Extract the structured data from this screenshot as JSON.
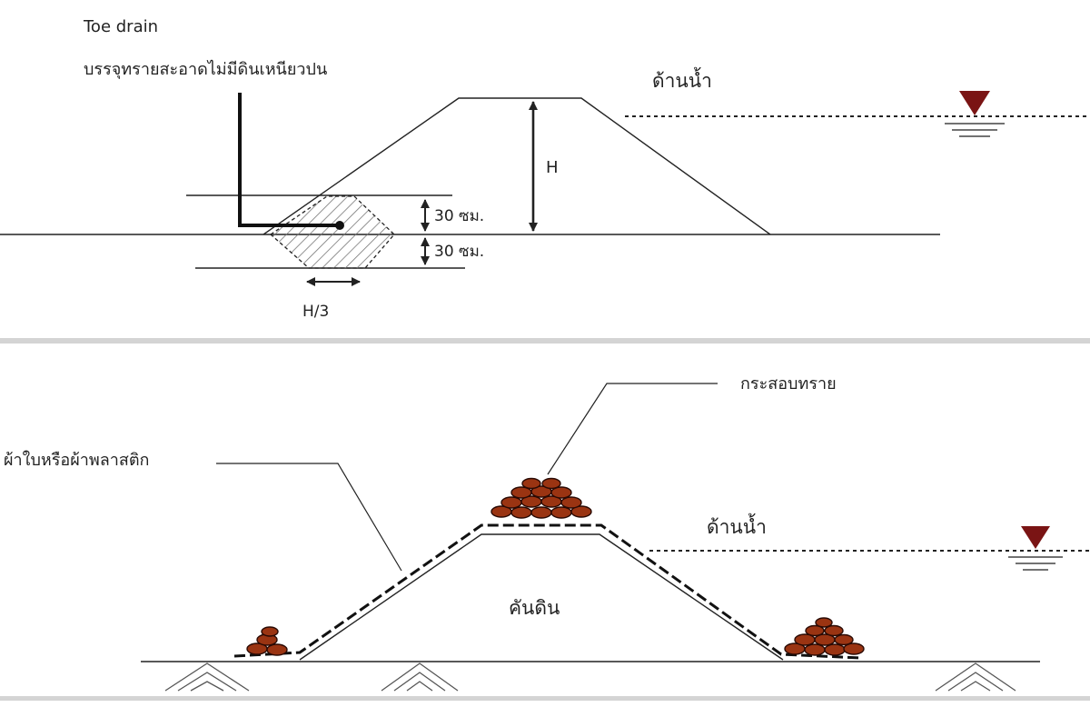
{
  "colors": {
    "line": "#222222",
    "hatch": "#777777",
    "water_marker": "#7a1414",
    "sandbag_fill": "#9a3412",
    "sandbag_stroke": "#2a0a04",
    "separator": "#d4d4d4"
  },
  "top_panel": {
    "toe_drain_label": "Toe drain",
    "fill_note": "บรรจุทรายสะอาดไม่มีดินเหนียวปน",
    "water_side_label": "ด้านน้ำ",
    "height_label": "H",
    "depth_above_label": "30 ซม.",
    "depth_below_label": "30 ซม.",
    "width_label": "H/3",
    "water_marker_icon": "water-level-triangle-icon"
  },
  "bottom_panel": {
    "sandbag_label": "กระสอบทราย",
    "tarp_label": "ผ้าใบหรือผ้าพลาสติก",
    "water_side_label": "ด้านน้ำ",
    "embankment_label": "คันดิน",
    "water_marker_icon": "water-level-triangle-icon",
    "ground_icon": "ground-hatch-icon",
    "sandbag_icon": "sandbag-icon"
  }
}
